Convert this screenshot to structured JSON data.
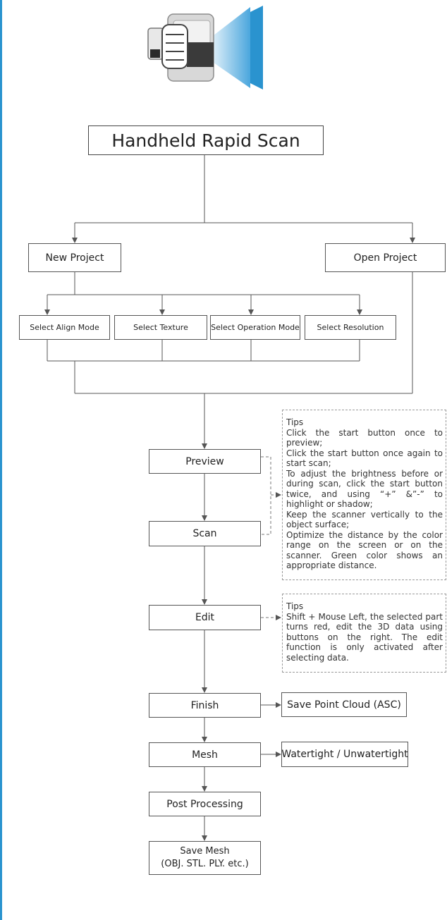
{
  "colors": {
    "accent": "#2a93cf",
    "line": "#555555",
    "dash": "#9a9a9a"
  },
  "icon": "handheld-scanner-icon",
  "title": "Handheld Rapid Scan",
  "boxes": {
    "new_project": "New Project",
    "open_project": "Open Project",
    "align_mode": "Select Align Mode",
    "texture": "Select Texture",
    "operation_mode": "Select Operation Mode",
    "resolution": "Select Resolution",
    "preview": "Preview",
    "scan": "Scan",
    "edit": "Edit",
    "finish": "Finish",
    "save_point_cloud": "Save Point Cloud (ASC)",
    "mesh": "Mesh",
    "watertight": "Watertight / Unwatertight",
    "post_processing": "Post Processing",
    "save_mesh_line1": "Save Mesh",
    "save_mesh_line2": "(OBJ. STL. PLY. etc.)"
  },
  "tips_scan": {
    "heading": "Tips",
    "items": [
      "Click the start button once to preview;",
      "Click the start button once again to start scan;",
      "To adjust the brightness before or during scan, click the start button twice, and using “+” &”-” to highlight or shadow;",
      "Keep the scanner vertically to the object surface;",
      "Optimize the distance by the color range on the screen or on the scanner. Green color shows an appropriate distance."
    ]
  },
  "tips_edit": {
    "heading": "Tips",
    "items": [
      "Shift + Mouse Left, the selected part turns red, edit the 3D data using buttons on the right. The edit function is only activated after selecting data."
    ]
  }
}
